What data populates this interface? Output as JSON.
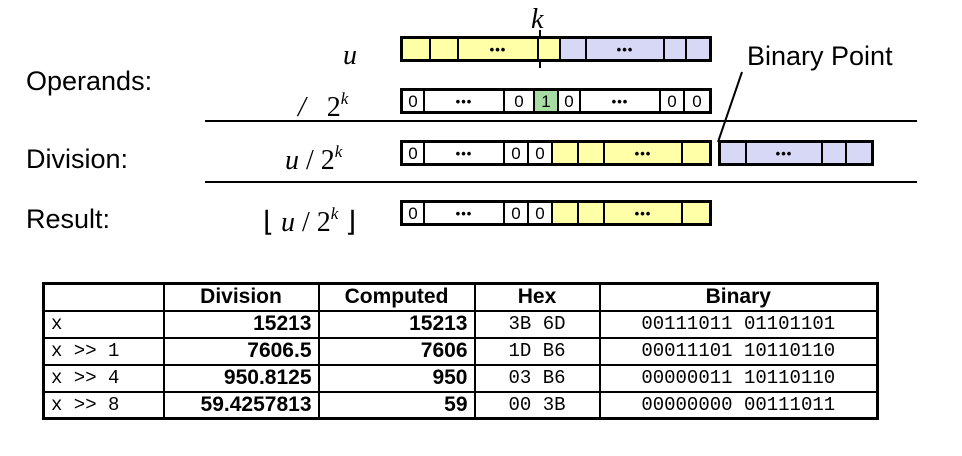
{
  "diagram": {
    "k_label": "k",
    "binary_point_label": "Binary Point",
    "rows": {
      "operands": {
        "label": "Operands:"
      },
      "division": {
        "label": "Division:"
      },
      "result": {
        "label": "Result:"
      }
    },
    "exprs": {
      "u": "u",
      "slash": "/",
      "two": "2",
      "k": "k",
      "div_u": "u",
      "div_slash": "/",
      "div_two": "2",
      "div_k": "k",
      "floor_left": "⌊",
      "floor_right": "⌋",
      "res_u": "u",
      "res_slash": "/",
      "res_two": "2",
      "res_k": "k"
    },
    "cells": {
      "zero": "0",
      "one": "1",
      "dots": "•••"
    }
  },
  "table": {
    "headers": [
      "",
      "Division",
      "Computed",
      "Hex",
      "Binary"
    ],
    "rows": [
      {
        "expr": "x",
        "division": "15213",
        "computed": "15213",
        "hex": "3B 6D",
        "binary": "00111011 01101101"
      },
      {
        "expr": "x >> 1",
        "division": "7606.5",
        "computed": "7606",
        "hex": "1D B6",
        "binary": "00011101 10110110"
      },
      {
        "expr": "x >> 4",
        "division": "950.8125",
        "computed": "950",
        "hex": "03 B6",
        "binary": "00000011 10110110"
      },
      {
        "expr": "x >> 8",
        "division": "59.4257813",
        "computed": "59",
        "hex": "00 3B",
        "binary": "00000000 00111011"
      }
    ]
  },
  "colors": {
    "yellow": "#ffffa8",
    "purple": "#d6d8f6",
    "green": "#a9dca4"
  }
}
